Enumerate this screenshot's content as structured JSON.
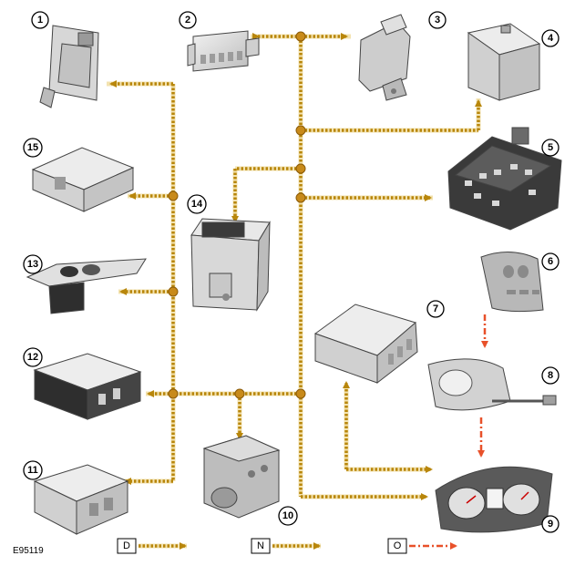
{
  "figure_id": "E95119",
  "components": [
    {
      "id": "1",
      "label": "1"
    },
    {
      "id": "2",
      "label": "2"
    },
    {
      "id": "3",
      "label": "3"
    },
    {
      "id": "4",
      "label": "4"
    },
    {
      "id": "5",
      "label": "5"
    },
    {
      "id": "6",
      "label": "6"
    },
    {
      "id": "7",
      "label": "7"
    },
    {
      "id": "8",
      "label": "8"
    },
    {
      "id": "9",
      "label": "9"
    },
    {
      "id": "10",
      "label": "10"
    },
    {
      "id": "11",
      "label": "11"
    },
    {
      "id": "12",
      "label": "12"
    },
    {
      "id": "13",
      "label": "13"
    },
    {
      "id": "14",
      "label": "14"
    },
    {
      "id": "15",
      "label": "15"
    }
  ],
  "key": [
    {
      "letter": "D",
      "line_color": "#b8860b",
      "style": "dotted"
    },
    {
      "letter": "N",
      "line_color": "#b8860b",
      "style": "dotted"
    },
    {
      "letter": "O",
      "line_color": "#e8512a",
      "style": "dash-dot"
    }
  ],
  "colors": {
    "bus": "#b8860b",
    "bus_node": "#c88a1a",
    "optional_link": "#e8512a",
    "component_fill": "#e2e2e2"
  }
}
